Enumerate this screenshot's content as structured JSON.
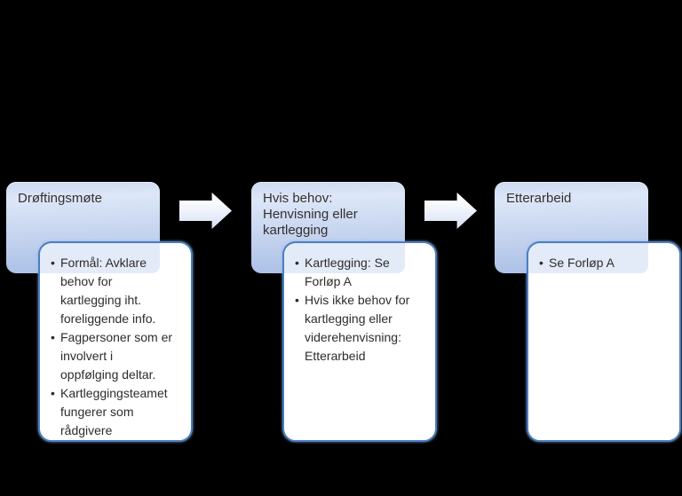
{
  "diagram": {
    "bullet_glyph": "•",
    "colors": {
      "background": "#000000",
      "header_gradient_top": "#dde7f8",
      "header_gradient_bottom": "#a9bfe6",
      "content_fill": "#ffffff",
      "content_border": "#4a7ec0",
      "overlap_tint": "#e4ebf7",
      "arrow_fill_top": "#ffffff",
      "arrow_fill_bottom": "#d6e1f3",
      "text": "#2e2c2b"
    },
    "columns": [
      {
        "header": "Drøftingsmøte",
        "bullets": [
          "Formål: Avklare\nbehov for\nkartlegging iht.\nforeliggende info.",
          "Fagpersoner som er\ninvolvert i\noppfølging deltar.",
          "Kartleggingsteamet\nfungerer som\nrådgivere"
        ]
      },
      {
        "header": "Hvis behov:\nHenvisning eller\nkartlegging",
        "bullets": [
          "Kartlegging: Se\nForløp A",
          "Hvis ikke behov for\nkartlegging eller\nviderehenvisning:\nEtterarbeid"
        ]
      },
      {
        "header": "Etterarbeid",
        "bullets": [
          "Se Forløp A"
        ]
      }
    ]
  }
}
